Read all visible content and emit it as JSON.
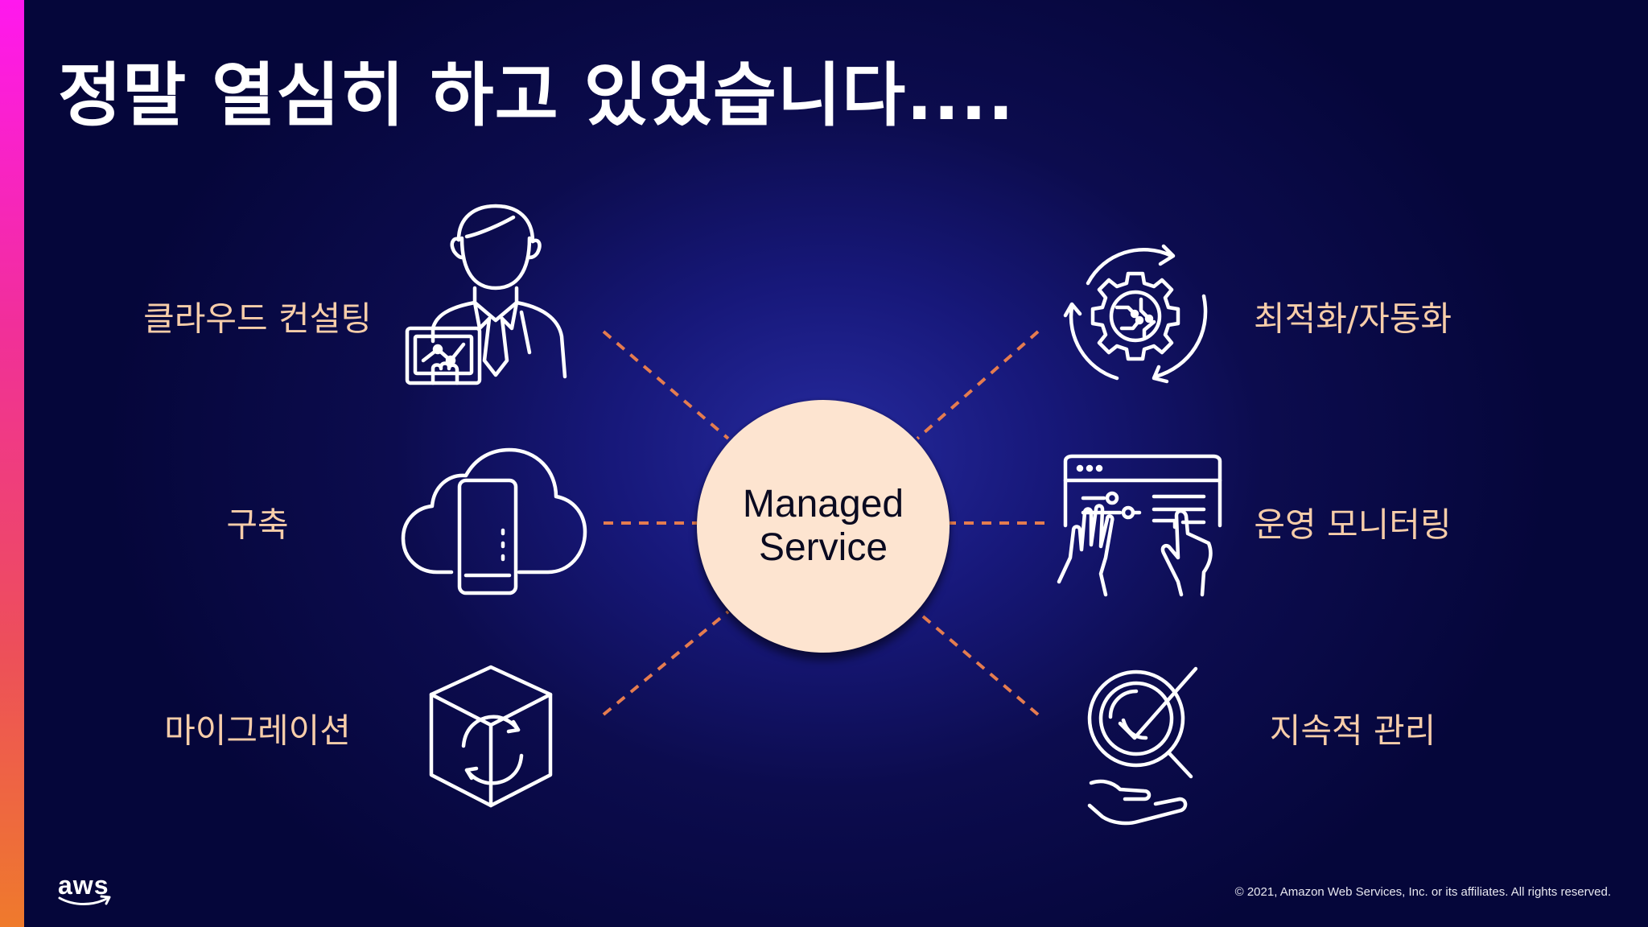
{
  "slide": {
    "title": "정말 열심히 하고 있었습니다....",
    "center": {
      "line1": "Managed",
      "line2": "Service"
    },
    "left_items": [
      {
        "label": "클라우드 컨설팅",
        "icon": "consultant-icon"
      },
      {
        "label": "구축",
        "icon": "cloud-server-icon"
      },
      {
        "label": "마이그레이션",
        "icon": "migration-cube-icon"
      }
    ],
    "right_items": [
      {
        "label": "최적화/자동화",
        "icon": "automation-gear-icon"
      },
      {
        "label": "운영 모니터링",
        "icon": "monitoring-dashboard-icon"
      },
      {
        "label": "지속적 관리",
        "icon": "continuous-management-icon"
      }
    ],
    "footer": {
      "logo": "aws",
      "copyright": "© 2021, Amazon Web Services, Inc. or its affiliates. All rights reserved."
    }
  },
  "colors": {
    "accent_label": "#f7cda9",
    "center_fill": "#fde4d0",
    "connector": "#e57c4f",
    "background": "#0c0c4e"
  }
}
